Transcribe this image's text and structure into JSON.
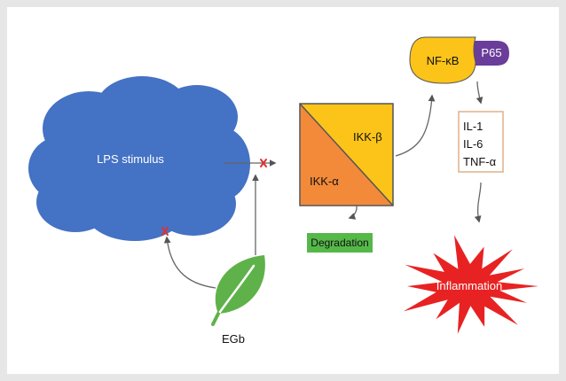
{
  "nodes": {
    "lps": "LPS stimulus",
    "ikk_beta": "IKK-β",
    "ikk_alpha": "IKK-α",
    "nfkb": "NF-κB",
    "p65": "P65",
    "cytokines": [
      "IL-1",
      "IL-6",
      "TNF-α"
    ],
    "degradation": "Degradation",
    "inflammation": "Inflammation",
    "egb": "EGb"
  },
  "colors": {
    "frame_border": "#e6e6e6",
    "cloud": "#4472c4",
    "cloud_outline": "#3a64b3",
    "ikk_beta": "#fcc419",
    "ikk_alpha": "#f28a3a",
    "nfkb": "#fcc419",
    "p65": "#6a3d9a",
    "degradation": "#55b849",
    "inflammation": "#e82222",
    "leaf": "#5fb24a",
    "arrow": "#666666",
    "inhibit_mark": "#e03131",
    "cytokine_border": "#e0b089"
  },
  "icons": {
    "inhibit": "x-mark-icon",
    "leaf": "leaf-icon",
    "burst": "starburst-icon",
    "cloud": "cloud-icon"
  }
}
